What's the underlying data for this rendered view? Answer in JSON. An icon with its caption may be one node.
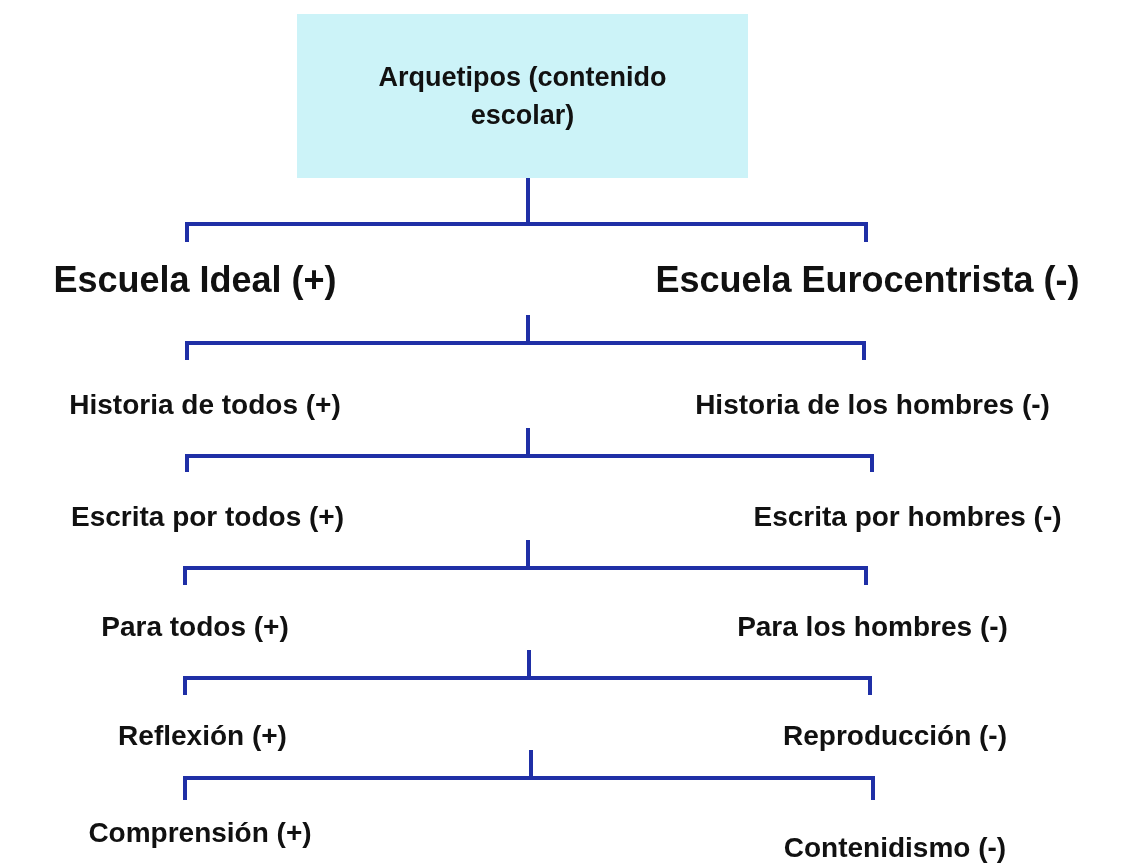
{
  "diagram": {
    "nodes": [
      {
        "text": [
          "Arquetipos (contenido escolar)"
        ]
      },
      {
        "text": [
          "Escuela Ideal (+)"
        ]
      },
      {
        "text": [
          "Escuela Eurocentrista (-)"
        ]
      },
      {
        "text": [
          "Historia de todos (+)"
        ]
      },
      {
        "text": [
          "Historia de los hombres (-)"
        ]
      },
      {
        "text": [
          "Escrita por todos (+)"
        ]
      },
      {
        "text": [
          "Escrita por hombres (-)"
        ]
      },
      {
        "text": [
          "Para todos (+)"
        ]
      },
      {
        "text": [
          "Para los hombres (-)"
        ]
      },
      {
        "text": [
          "Reflexión (+)"
        ]
      },
      {
        "text": [
          "Reproducción (-)"
        ]
      },
      {
        "text": [
          "Comprensión (+)"
        ]
      },
      {
        "text": [
          "Contenidismo (-)"
        ]
      }
    ],
    "edges": [
      {
        "from": 0,
        "to": 1,
        "arrow": "none"
      },
      {
        "from": 0,
        "to": 2,
        "arrow": "none"
      },
      {
        "from": null,
        "to": 3,
        "arrow": "none"
      },
      {
        "from": null,
        "to": 4,
        "arrow": "none"
      },
      {
        "from": null,
        "to": 5,
        "arrow": "none"
      },
      {
        "from": null,
        "to": 6,
        "arrow": "none"
      },
      {
        "from": null,
        "to": 7,
        "arrow": "none"
      },
      {
        "from": null,
        "to": 8,
        "arrow": "none"
      },
      {
        "from": null,
        "to": 9,
        "arrow": "none"
      },
      {
        "from": null,
        "to": 10,
        "arrow": "none"
      },
      {
        "from": null,
        "to": 11,
        "arrow": "none"
      },
      {
        "from": null,
        "to": 12,
        "arrow": "none"
      }
    ]
  }
}
